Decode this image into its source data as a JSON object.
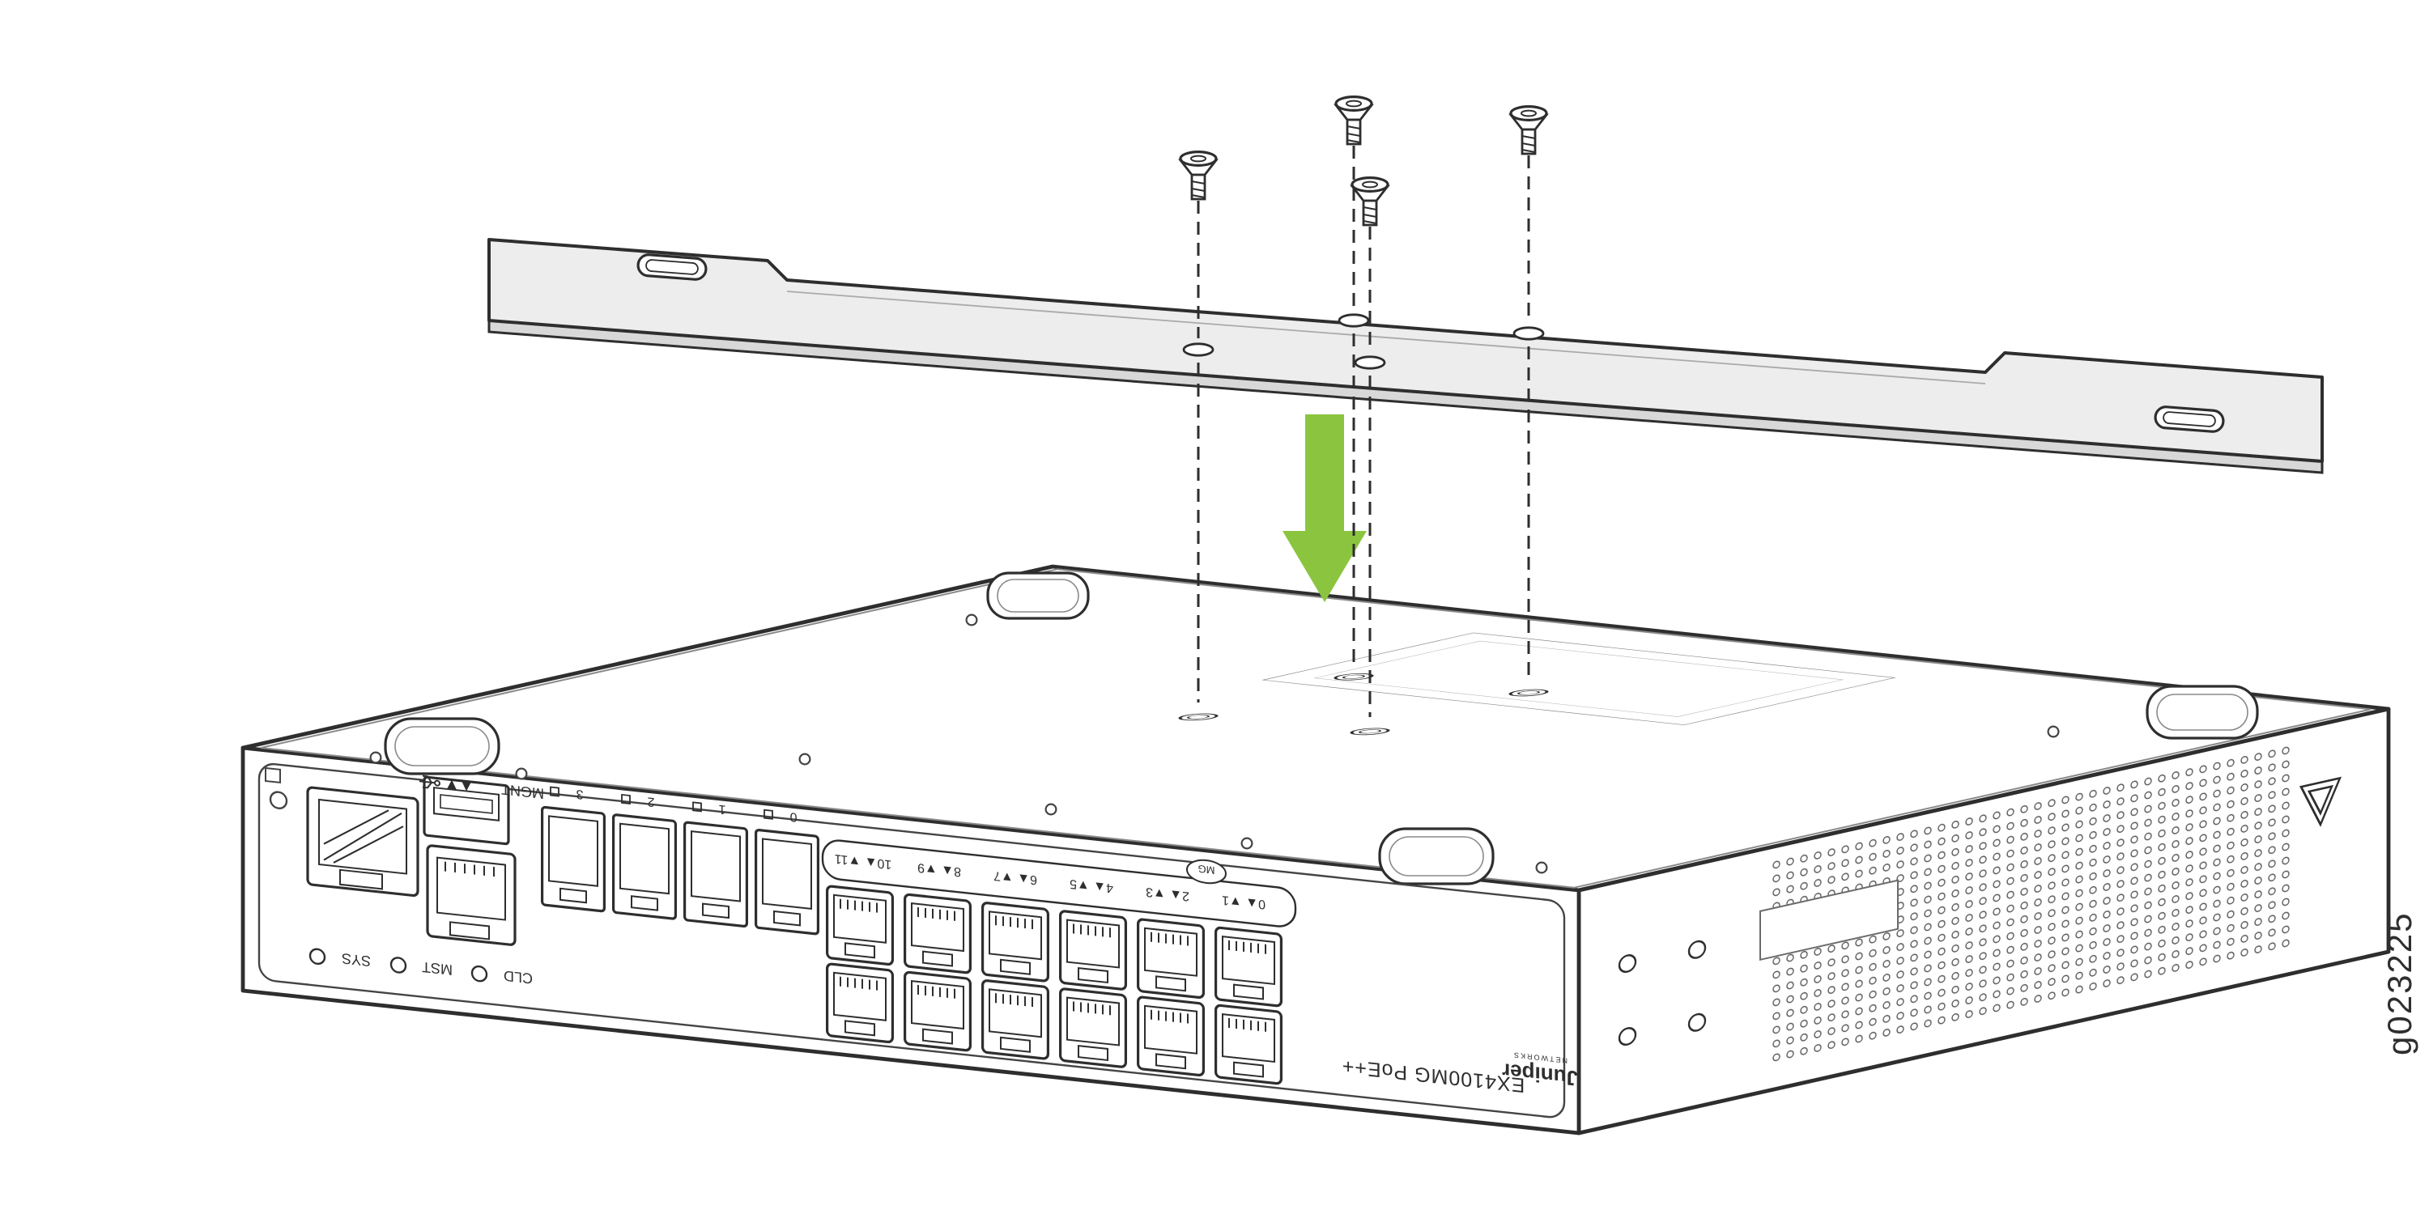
{
  "figure": {
    "id_label": "g023225",
    "arrow_color": "#8bc53f"
  },
  "chassis": {
    "model_label": "EX4100MG PoE++",
    "brand_label": "Juniper",
    "brand_sub_label": "NETWORKS",
    "mgmt_label": "MGNT",
    "mg_badge": "MG",
    "led_labels": [
      "SYS",
      "MST",
      "CLD"
    ],
    "sfp_port_labels": [
      "0",
      "1",
      "2",
      "3"
    ],
    "port_pair_labels": [
      "0▲ ▼1",
      "2▲ ▼3",
      "4▲ ▼5",
      "6▲ ▼7",
      "8▲ ▼9",
      "10▲ ▼11"
    ]
  },
  "hardware": {
    "screw_count": 4
  }
}
